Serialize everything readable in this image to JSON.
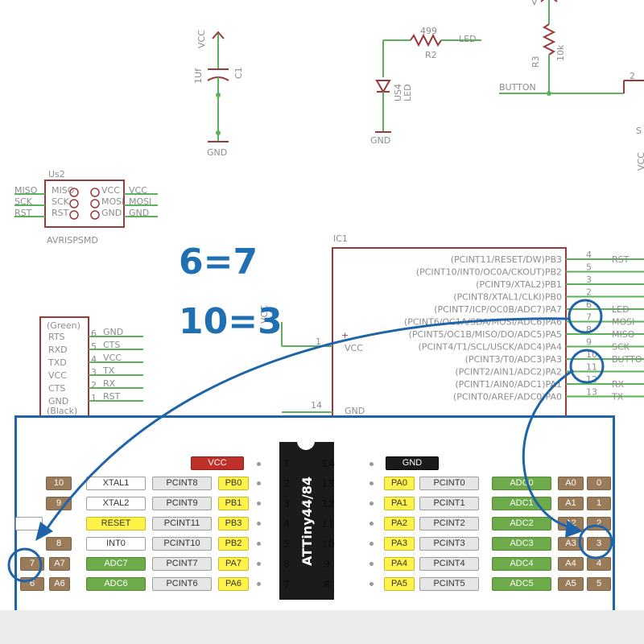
{
  "schematic": {
    "c1": {
      "vcc": "VCC",
      "value": "1Uf",
      "name": "C1",
      "gnd": "GND"
    },
    "r2": {
      "value": "499",
      "name": "R2",
      "net": "LED"
    },
    "led": {
      "name": "US4",
      "type": "LED",
      "gnd": "GND"
    },
    "r3": {
      "vcc": "V",
      "name": "R3",
      "value": "10k",
      "net": "BUTTON",
      "pin": "2",
      "s": "S",
      "vcc2": "VCC"
    },
    "isp": {
      "name": "Us2",
      "part": "AVRISPSMD",
      "left": [
        "MISO",
        "SCK",
        "RST"
      ],
      "inner_left": [
        "MISO",
        "SCK",
        "RST"
      ],
      "inner_right": [
        "VCC",
        "MOSI",
        "GND"
      ],
      "right": [
        "VCC",
        "MOSI",
        "GND"
      ]
    },
    "ftdi": {
      "top": "(Green)",
      "bottom": "(Black)",
      "pins": [
        "RTS",
        "RXD",
        "TXD",
        "VCC",
        "CTS",
        "GND"
      ],
      "nums": [
        "6",
        "5",
        "4",
        "3",
        "2",
        "1"
      ],
      "nets": [
        "GND",
        "CTS",
        "VCC",
        "TX",
        "RX",
        "RST"
      ]
    },
    "ic1": {
      "name": "IC1",
      "vcc_net": "VCC",
      "vcc_pin": "1",
      "vcc_label": "VCC",
      "gnd_pin": "14",
      "gnd_label": "GND",
      "pins": [
        {
          "fn": "(PCINT11/RESET/DW)PB3",
          "num": "4",
          "net": "RST"
        },
        {
          "fn": "(PCINT10/INT0/OC0A/CKOUT)PB2",
          "num": "5",
          "net": ""
        },
        {
          "fn": "(PCINT9/XTAL2)PB1",
          "num": "3",
          "net": ""
        },
        {
          "fn": "(PCINT8/XTAL1/CLKI)PB0",
          "num": "2",
          "net": ""
        },
        {
          "fn": "(PCINT7/ICP/OC0B/ADC7)PA7",
          "num": "6",
          "net": "LED"
        },
        {
          "fn": "(PCINT6/OC1A/SDA/MOSI/ADC6)PA6",
          "num": "7",
          "net": "MOSI"
        },
        {
          "fn": "(PCINT5/OC1B/MISO/DO/ADC5)PA5",
          "num": "8",
          "net": "MISO"
        },
        {
          "fn": "(PCINT4/T1/SCL/USCK/ADC4)PA4",
          "num": "9",
          "net": "SCK"
        },
        {
          "fn": "(PCINT3/T0/ADC3)PA3",
          "num": "10",
          "net": "BUTTO"
        },
        {
          "fn": "(PCINT2/AIN1/ADC2)PA2",
          "num": "11",
          "net": ""
        },
        {
          "fn": "(PCINT1/AIN0/ADC1)PA1",
          "num": "12",
          "net": "RX"
        },
        {
          "fn": "(PCINT0/AREF/ADC0)PA0",
          "num": "13",
          "net": "TX"
        }
      ]
    }
  },
  "annotation": {
    "line1": "6=7",
    "line2": "10=3",
    "color": "#1f6fb2"
  },
  "pinout": {
    "chip_label": "ATTiny44/84",
    "vcc": "VCC",
    "gnd": "GND",
    "gnd_pin": "14",
    "vcc_pin": "1",
    "left_rows": [
      {
        "ard": "10",
        "alt": "XTAL1",
        "pcint": "PCINT8",
        "port": "PB0",
        "pin": "2"
      },
      {
        "ard": "9",
        "alt": "XTAL2",
        "pcint": "PCINT9",
        "port": "PB1",
        "pin": "3"
      },
      {
        "ard": "",
        "alt": "RESET",
        "pcint": "PCINT11",
        "port": "PB3",
        "pin": "4"
      },
      {
        "ard": "8",
        "alt": "INT0",
        "pcint": "PCINT10",
        "port": "PB2",
        "pin": "5"
      },
      {
        "ard": "7",
        "an": "A7",
        "alt": "ADC7",
        "pcint": "PCINT7",
        "port": "PA7",
        "pin": "6"
      },
      {
        "ard": "6",
        "an": "A6",
        "alt": "ADC6",
        "pcint": "PCINT6",
        "port": "PA6",
        "pin": "7"
      }
    ],
    "right_rows": [
      {
        "pin": "13",
        "port": "PA0",
        "pcint": "PCINT0",
        "adc": "ADC0",
        "an": "A0",
        "ard": "0"
      },
      {
        "pin": "12",
        "port": "PA1",
        "pcint": "PCINT1",
        "adc": "ADC1",
        "an": "A1",
        "ard": "1"
      },
      {
        "pin": "11",
        "port": "PA2",
        "pcint": "PCINT2",
        "adc": "ADC2",
        "an": "A2",
        "ard": "2"
      },
      {
        "pin": "10",
        "port": "PA3",
        "pcint": "PCINT3",
        "adc": "ADC3",
        "an": "A3",
        "ard": "3"
      },
      {
        "pin": "9",
        "port": "PA4",
        "pcint": "PCINT4",
        "adc": "ADC4",
        "an": "A4",
        "ard": "4"
      },
      {
        "pin": "8",
        "port": "PA5",
        "pcint": "PCINT5",
        "adc": "ADC5",
        "an": "A5",
        "ard": "5"
      }
    ]
  }
}
